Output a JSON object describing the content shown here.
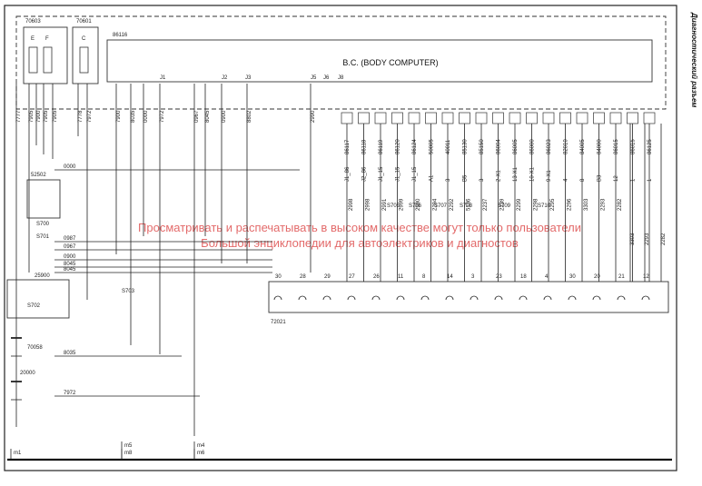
{
  "diagram": {
    "side_title": "Диагностический разъем",
    "body_computer_label": "B.C. (BODY COMPUTER)",
    "watermark_line1": "Просматривать и распечатывать в высоком качестве могут только пользователи",
    "watermark_line2": "Большой энциклопедии для автоэлектриков и диагностов",
    "components": {
      "fuse_box_a": "70603",
      "fuse_box_b": "70601",
      "body_computer": "86116",
      "relay_a": "52502",
      "relay_b": "25900",
      "battery_ref": "70058",
      "battery": "20000",
      "diag_connector": "72021"
    },
    "fuse_labels": [
      "E",
      "F",
      "C"
    ],
    "connector_labels": [
      "J1",
      "J2",
      "J3",
      "J5",
      "J6",
      "J8"
    ],
    "left_wires": [
      "7777",
      "7905",
      "7900",
      "7905",
      "7905",
      "7778",
      "7972",
      "7900",
      "8035",
      "0000",
      "7972",
      "0967",
      "8045",
      "0900",
      "8802",
      "2990"
    ],
    "mid_wires": [
      "0000",
      "0987",
      "0967",
      "0900",
      "8045",
      "8045",
      "8035",
      "7972"
    ],
    "top_devices": [
      "86117",
      "86118",
      "86119",
      "86120",
      "86124",
      "50005",
      "40011",
      "85130",
      "85150",
      "86004",
      "86005",
      "86000",
      "86023",
      "82010",
      "84005",
      "84000",
      "86015",
      "86015",
      "86125"
    ],
    "top_pins": [
      "J1_86",
      "J2_86",
      "J1_15",
      "J1_15",
      "J1_15",
      "A1",
      "3",
      "B5",
      "3",
      "2-X1",
      "13-X1",
      "10-X1",
      "9-X1",
      "4",
      "8",
      "B3",
      "12",
      "1",
      "1"
    ],
    "top_wires": [
      "2998",
      "2998",
      "2991",
      "2999",
      "2990",
      "2294",
      "2292",
      "5136",
      "2237",
      "2239",
      "2299",
      "2298",
      "2295",
      "2296",
      "3303",
      "2293",
      "2282"
    ],
    "diag_pins": [
      "30",
      "28",
      "29",
      "27",
      "26",
      "11",
      "8",
      "14",
      "3",
      "23",
      "18",
      "4",
      "30",
      "20",
      "21",
      "12"
    ],
    "right_wires": [
      "3303",
      "2293",
      "2282"
    ],
    "grounds": [
      "m1",
      "m5",
      "m8",
      "m4",
      "m6"
    ],
    "sensor_labels": [
      "S700",
      "S701",
      "S702",
      "S703",
      "S705",
      "S706",
      "S707",
      "S708",
      "S709",
      "S710"
    ]
  }
}
